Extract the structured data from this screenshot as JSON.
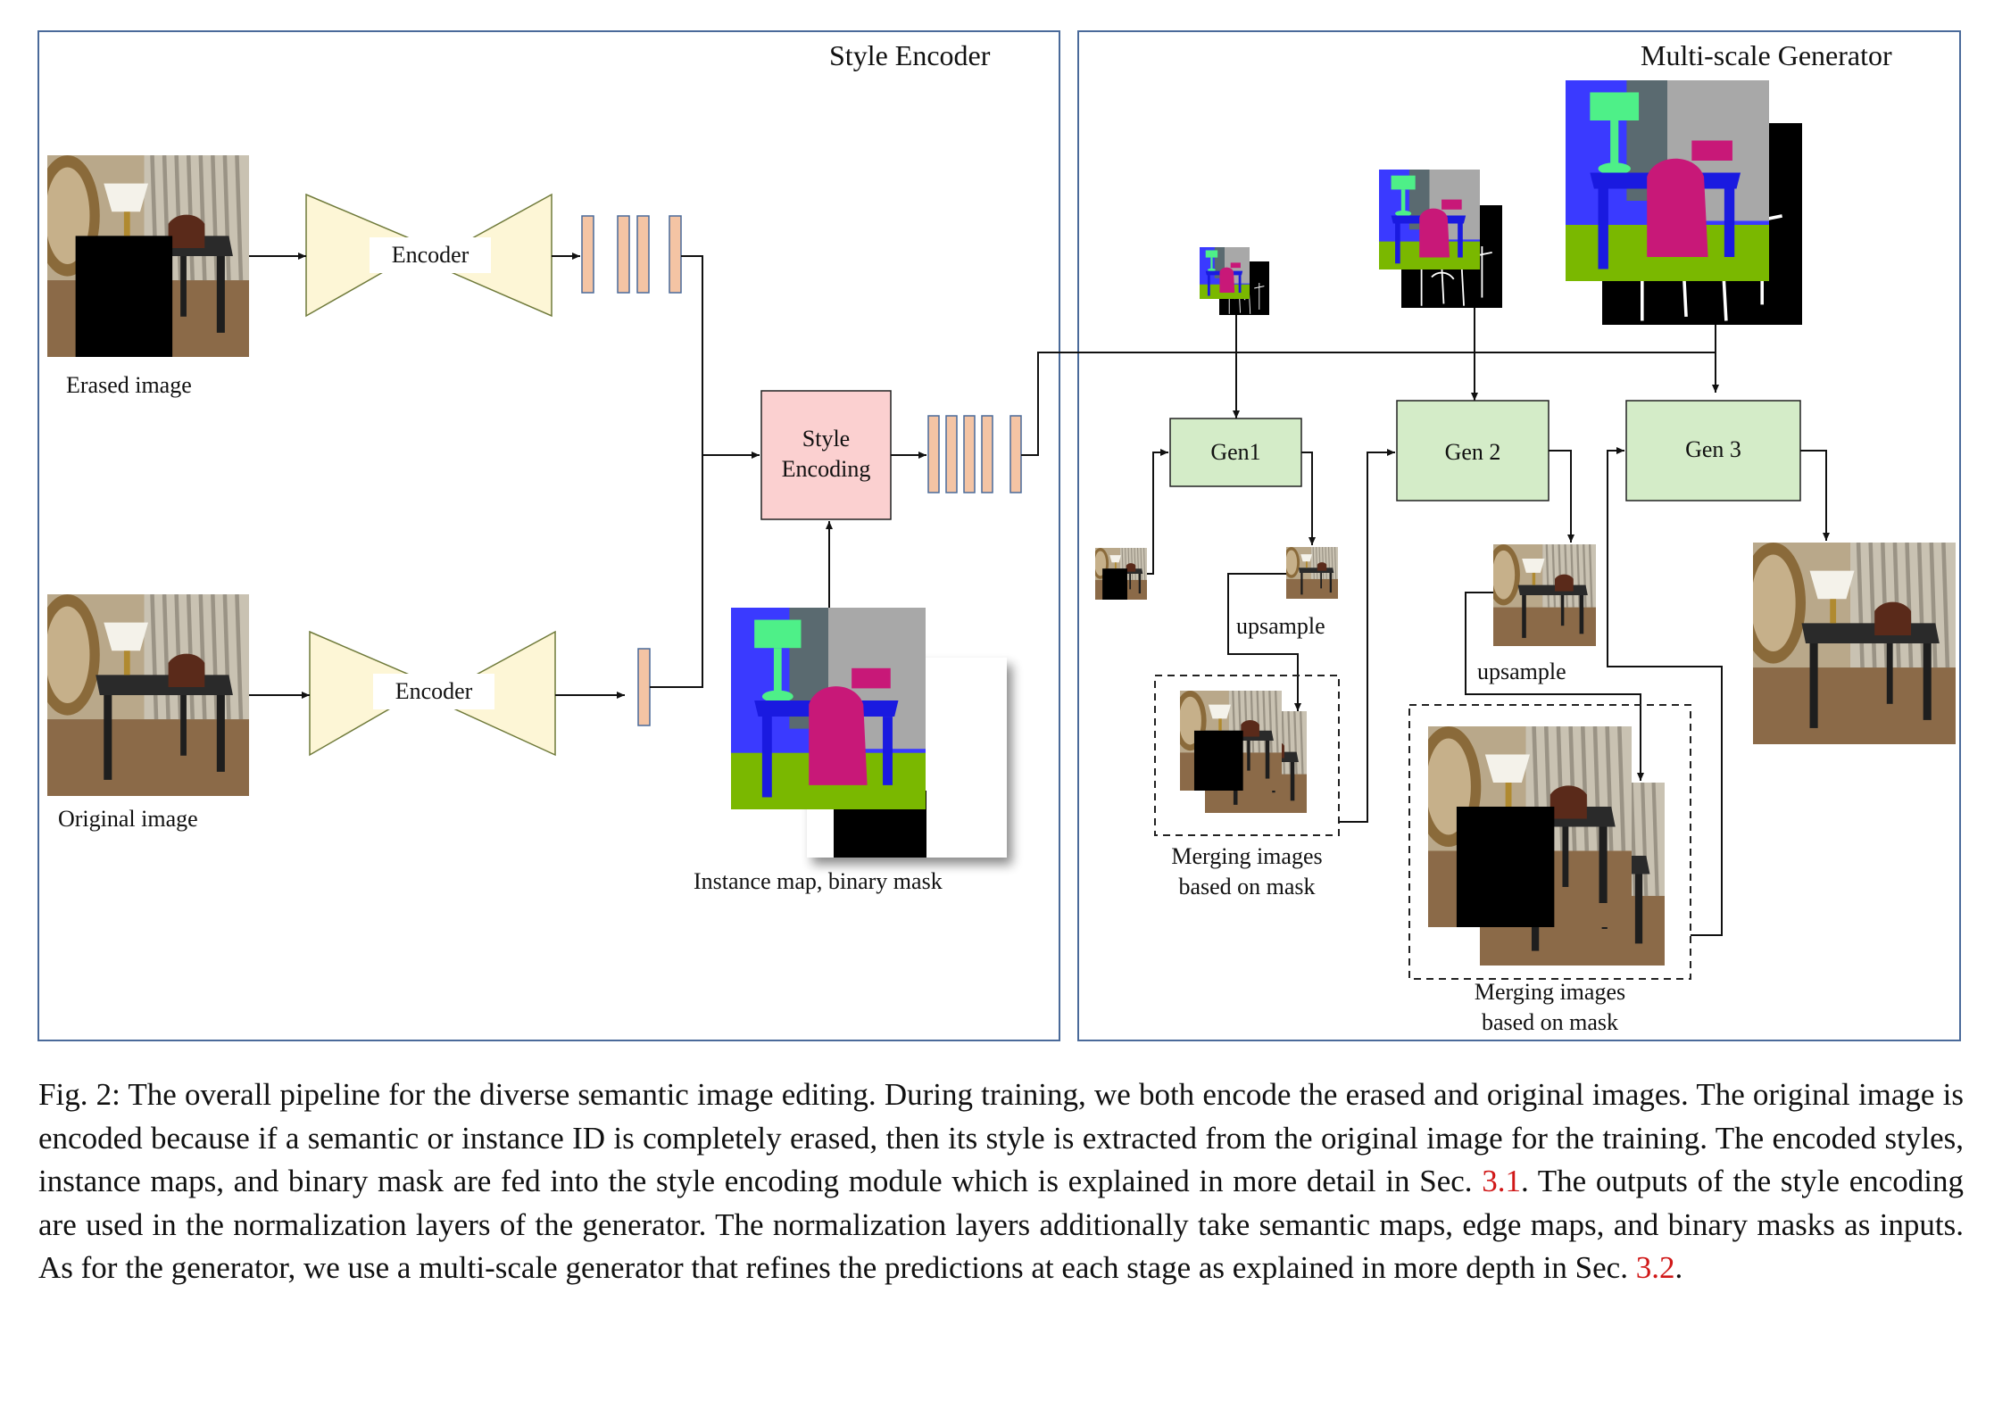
{
  "diagram": {
    "style_encoder": {
      "title": "Style Encoder",
      "encoder_top_label": "Encoder",
      "encoder_bottom_label": "Encoder",
      "erased_image_label": "Erased image",
      "original_image_label": "Original image",
      "style_encoding_label_line1": "Style",
      "style_encoding_label_line2": "Encoding",
      "instance_map_label": "Instance map, binary mask"
    },
    "generator": {
      "title": "Multi-scale Generator",
      "gen1": "Gen1",
      "gen2": "Gen 2",
      "gen3": "Gen 3",
      "upsample_1": "upsample",
      "upsample_2": "upsample",
      "merge_1_line1": "Merging images",
      "merge_1_line2": "based on mask",
      "merge_2_line1": "Merging images",
      "merge_2_line2": "based on mask"
    },
    "colors": {
      "frame": "#4a6a9a",
      "encoder_fill": "#fdf6d6",
      "feature_fill": "#f4c4a4",
      "style_fill": "#fbd0d0",
      "gen_fill": "#d4ecc8",
      "arrow": "#111111"
    }
  },
  "caption": {
    "part1": "Fig. 2: The overall pipeline for the diverse semantic image editing. During training, we both encode the erased and original images. The original image is encoded because if a semantic or instance ID is completely erased, then its style is extracted from the original image for the training. The encoded styles, instance maps, and binary mask are fed into the style encoding module which is explained in more detail in Sec. ",
    "ref1": "3.1",
    "part2": ". The outputs of the style encoding are used in the normalization layers of the generator. The normalization layers additionally take semantic maps, edge maps, and binary masks as inputs. As for the generator, we use a multi-scale generator that refines the predictions at each stage as explained in more depth in Sec. ",
    "ref2": "3.2",
    "part3": "."
  }
}
